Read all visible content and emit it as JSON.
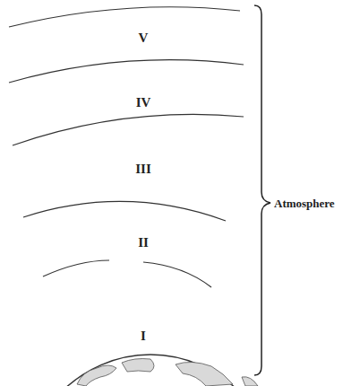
{
  "diagram": {
    "labels": [
      "V",
      "IV",
      "III",
      "II",
      "I",
      "Atmosphere"
    ]
  }
}
